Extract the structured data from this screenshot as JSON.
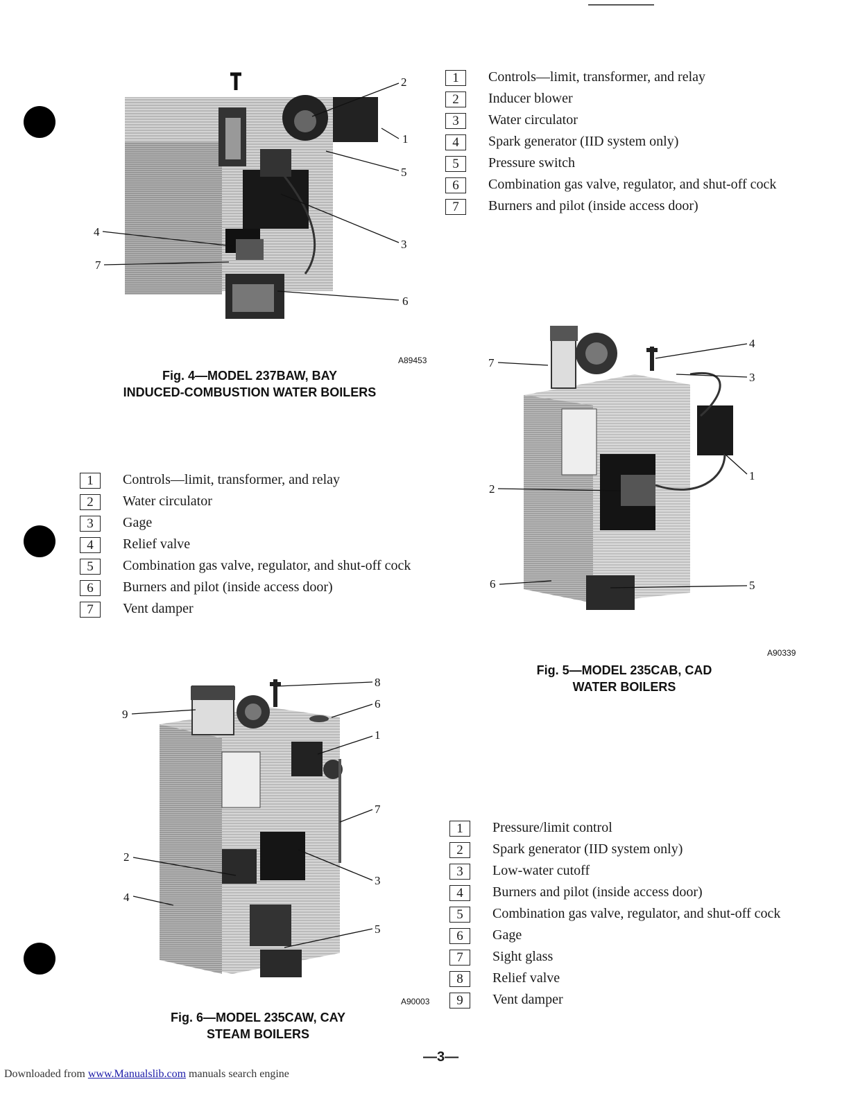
{
  "fig4": {
    "caption_line1": "Fig. 4—MODEL 237BAW, BAY",
    "caption_line2": "INDUCED-COMBUSTION WATER BOILERS",
    "code": "A89453",
    "callouts": [
      "2",
      "1",
      "5",
      "4",
      "3",
      "7",
      "6"
    ],
    "legend": [
      {
        "num": "1",
        "text": "Controls—limit, transformer, and relay"
      },
      {
        "num": "2",
        "text": "Inducer blower"
      },
      {
        "num": "3",
        "text": "Water circulator"
      },
      {
        "num": "4",
        "text": "Spark generator (IID system only)"
      },
      {
        "num": "5",
        "text": "Pressure switch"
      },
      {
        "num": "6",
        "text": "Combination gas valve, regulator, and shut-off cock"
      },
      {
        "num": "7",
        "text": "Burners and pilot (inside access door)"
      }
    ]
  },
  "fig5": {
    "caption_line1": "Fig. 5—MODEL 235CAB, CAD",
    "caption_line2": "WATER BOILERS",
    "code": "A90339",
    "callouts": [
      "7",
      "4",
      "3",
      "1",
      "2",
      "6",
      "5"
    ],
    "legend": [
      {
        "num": "1",
        "text": "Controls—limit, transformer, and relay"
      },
      {
        "num": "2",
        "text": "Water circulator"
      },
      {
        "num": "3",
        "text": "Gage"
      },
      {
        "num": "4",
        "text": "Relief valve"
      },
      {
        "num": "5",
        "text": "Combination gas valve, regulator, and shut-off cock"
      },
      {
        "num": "6",
        "text": "Burners and pilot (inside access door)"
      },
      {
        "num": "7",
        "text": "Vent damper"
      }
    ]
  },
  "fig6": {
    "caption_line1": "Fig. 6—MODEL 235CAW, CAY",
    "caption_line2": "STEAM BOILERS",
    "code": "A90003",
    "callouts": [
      "8",
      "9",
      "6",
      "1",
      "7",
      "2",
      "3",
      "4",
      "5"
    ],
    "legend": [
      {
        "num": "1",
        "text": "Pressure/limit control"
      },
      {
        "num": "2",
        "text": "Spark generator (IID system only)"
      },
      {
        "num": "3",
        "text": "Low-water cutoff"
      },
      {
        "num": "4",
        "text": "Burners and pilot (inside access door)"
      },
      {
        "num": "5",
        "text": "Combination gas valve, regulator, and shut-off cock"
      },
      {
        "num": "6",
        "text": "Gage"
      },
      {
        "num": "7",
        "text": "Sight glass"
      },
      {
        "num": "8",
        "text": "Relief valve"
      },
      {
        "num": "9",
        "text": "Vent damper"
      }
    ]
  },
  "page_number": "—3—",
  "footer": {
    "prefix": "Downloaded from ",
    "link": "www.Manualslib.com",
    "suffix": " manuals search engine"
  }
}
